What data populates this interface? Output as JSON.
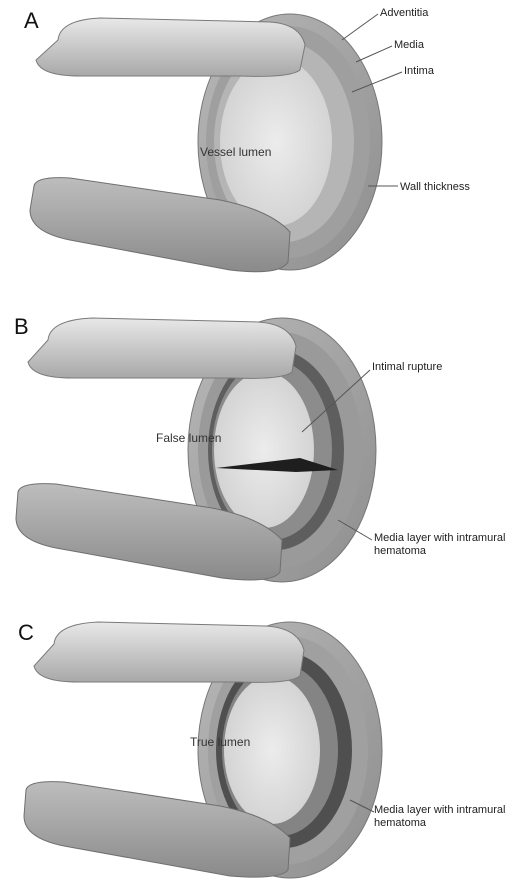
{
  "panels": [
    {
      "letter": "A",
      "lumen_label": "Vessel lumen",
      "callouts": [
        "Adventitia",
        "Media",
        "Intima",
        "Wall thickness"
      ]
    },
    {
      "letter": "B",
      "lumen_label": "False lumen",
      "callouts": [
        "Intimal rupture",
        "Media layer with intramural hematoma"
      ]
    },
    {
      "letter": "C",
      "lumen_label": "True lumen",
      "callouts": [
        "Media layer with intramural hematoma"
      ]
    }
  ],
  "colors": {
    "outer_wall": "#a9a9a9",
    "outer_wall_light": "#d9d9d9",
    "inner_lumen": "#e3e3e3",
    "media": "#8d8d8d",
    "hematoma": "#5c5c5c",
    "rupture": "#222222"
  }
}
